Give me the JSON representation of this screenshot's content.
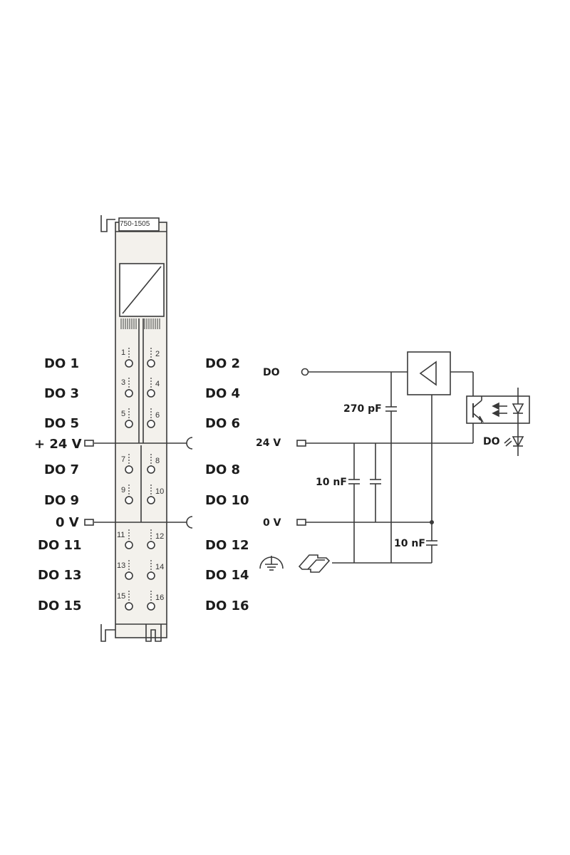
{
  "module": {
    "part_number": "750-1505"
  },
  "left_labels": [
    "DO 1",
    "DO 3",
    "DO 5",
    "+ 24 V",
    "DO 7",
    "DO 9",
    "0 V",
    "DO 11",
    "DO 13",
    "DO 15"
  ],
  "right_labels": [
    "DO 2",
    "DO 4",
    "DO 6",
    "DO 8",
    "DO 10",
    "DO 12",
    "DO 14",
    "DO 16"
  ],
  "pins": [
    "1",
    "2",
    "3",
    "4",
    "5",
    "6",
    "7",
    "8",
    "9",
    "10",
    "11",
    "12",
    "13",
    "14",
    "15",
    "16"
  ],
  "schematic": {
    "do": "DO",
    "v24": "24 V",
    "v0": "0 V",
    "cap_270": "270 pF",
    "cap_10a": "10 nF",
    "cap_10b": "10 nF",
    "led_label": "DO"
  },
  "colors": {
    "line": "#3a3a3a",
    "module_bg": "#e9e6df"
  },
  "icons": [
    "ground-icon",
    "din-rail-icon",
    "amplifier-icon",
    "optocoupler-icon",
    "led-icon"
  ]
}
